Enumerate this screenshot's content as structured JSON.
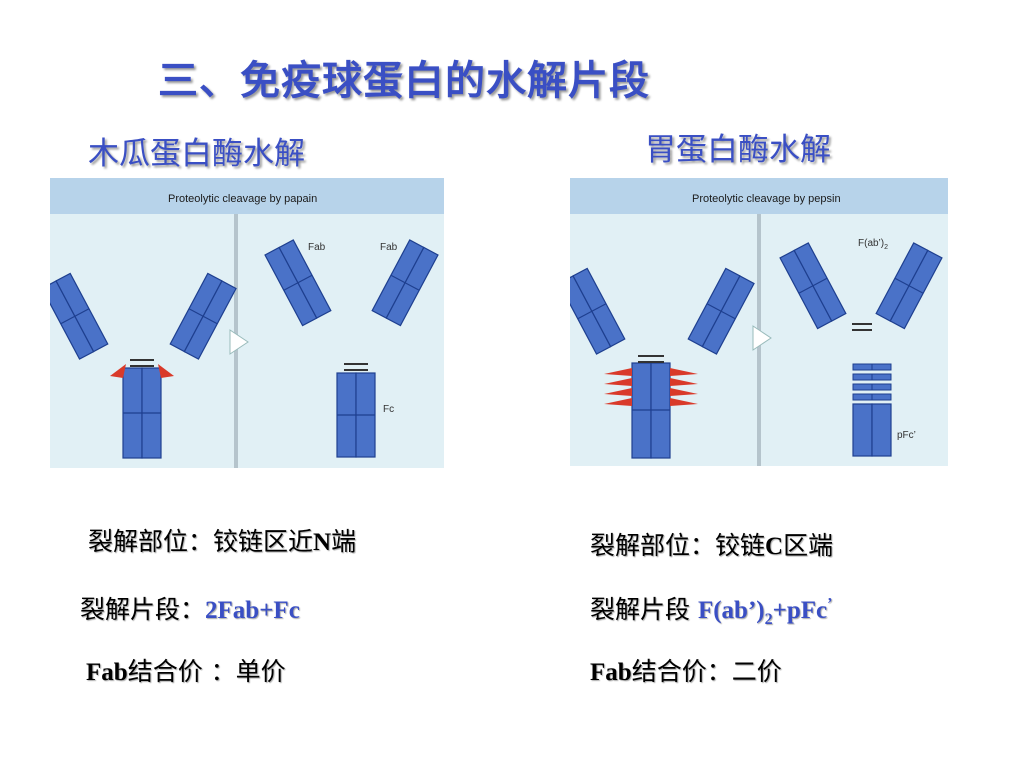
{
  "slide": {
    "title": "三、免疫球蛋白的水解片段"
  },
  "papain": {
    "heading": "木瓜蛋白酶水解",
    "banner": "Proteolytic cleavage by papain",
    "label_fab_1": "Fab",
    "label_fab_2": "Fab",
    "label_fc": "Fc",
    "site_prefix": "裂解部位：铰链区近",
    "site_letter": "N",
    "site_suffix": "端",
    "fragments_prefix": "裂解片段：",
    "fragments_value": "2Fab+Fc",
    "valence_prefix": "Fab",
    "valence_suffix": "结合价 ：单价"
  },
  "pepsin": {
    "heading": "胃蛋白酶水解",
    "banner": "Proteolytic cleavage by pepsin",
    "label_fab2_main": "F(ab’)",
    "label_fab2_sub": "2",
    "label_pfc": "pFc’",
    "site_prefix": "裂解部位：铰链",
    "site_letter": "C",
    "site_suffix": "区端",
    "fragments_prefix": "裂解片段 ",
    "fragments_main": "F(ab’)",
    "fragments_sub": "2",
    "fragments_tail": "+pFc",
    "fragments_sup": "’",
    "valence_prefix": "Fab",
    "valence_suffix": "结合价：二价"
  },
  "colors": {
    "title": "#3a4fc4",
    "domain_fill": "#4a72c8",
    "domain_stroke": "#1e3f8f",
    "panel_bg": "#e1f0f5",
    "banner_bg": "#b7d3ea",
    "cleavage_red": "#d93a2a"
  }
}
